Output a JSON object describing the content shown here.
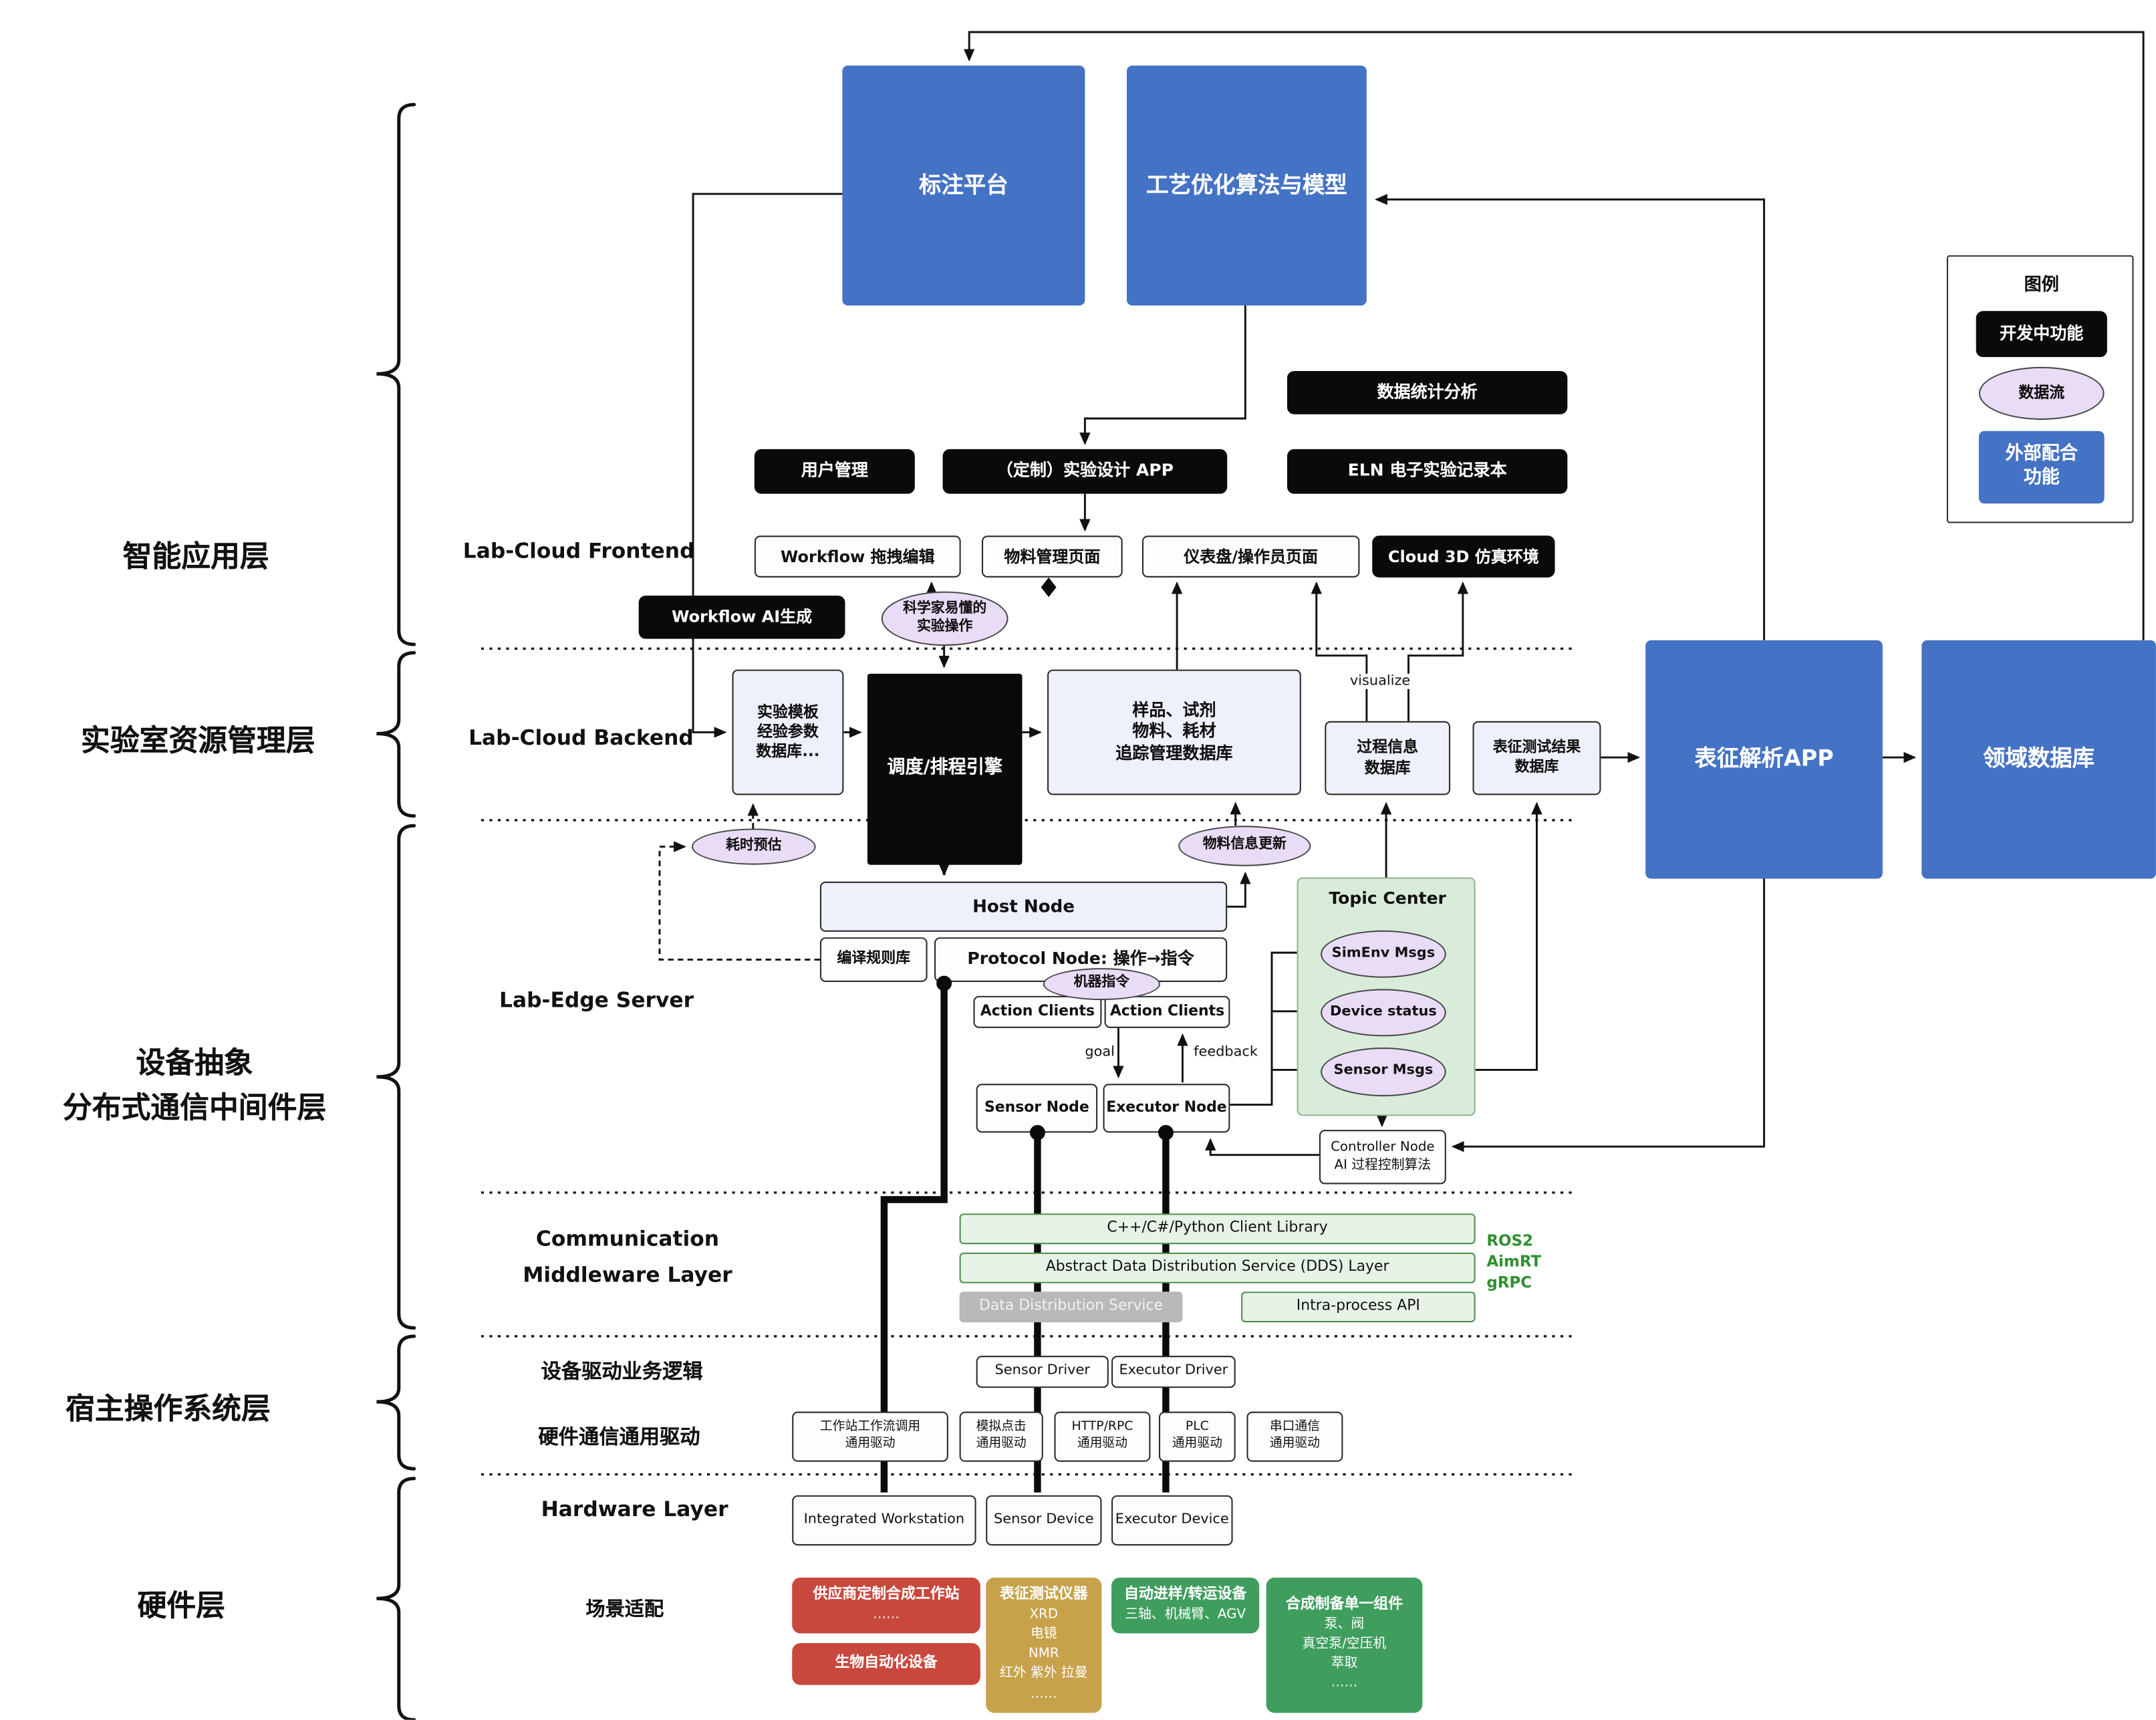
{
  "legend": {
    "title": "图例",
    "developing": "开发中功能",
    "dataflow": "数据流",
    "external": "外部配合\n功能"
  },
  "layers": {
    "app": "智能应用层",
    "resource": "实验室资源管理层",
    "middleware": "设备抽象\n分布式通信中间件层",
    "hostos": "宿主操作系统层",
    "hardware": "硬件层"
  },
  "sections": {
    "frontend": "Lab-Cloud Frontend",
    "backend": "Lab-Cloud Backend",
    "edge": "Lab-Edge Server",
    "comm": "Communication\nMiddleware Layer",
    "driver_logic": "设备驱动业务逻辑",
    "hw_driver": "硬件通信通用驱动",
    "hw_layer": "Hardware Layer",
    "scene": "场景适配"
  },
  "labels": {
    "visualize": "visualize",
    "goal": "goal",
    "feedback": "feedback",
    "protocols": "ROS2\nAimRT\ngRPC"
  },
  "nodes": {
    "annotation": "标注平台",
    "optimization": "工艺优化算法与模型",
    "stats": "数据统计分析",
    "user_mgmt": "用户管理",
    "exp_design": "（定制）实验设计 APP",
    "eln": "ELN 电子实验记录本",
    "wf_edit": "Workflow 拖拽编辑",
    "material_page": "物料管理页面",
    "dashboard": "仪表盘/操作员页面",
    "cloud3d": "Cloud 3D 仿真环境",
    "wf_ai": "Workflow AI生成",
    "sci_ops": "科学家易懂的\n实验操作",
    "template_db": "实验模板\n经验参数\n数据库...",
    "scheduler": "调度/排程引擎",
    "sample_db": "样品、试剂\n物料、耗材\n追踪管理数据库",
    "process_db": "过程信息\n数据库",
    "char_db": "表征测试结果\n数据库",
    "char_app": "表征解析APP",
    "domain_db": "领域数据库",
    "time_est": "耗时预估",
    "material_update": "物料信息更新",
    "host_node": "Host Node",
    "rule_lib": "编译规则库",
    "protocol_node": "Protocol Node: 操作→指令",
    "machine_cmd": "机器指令",
    "action_clients": "Action Clients",
    "sensor_node": "Sensor Node",
    "executor_node": "Executor Node",
    "topic_center": "Topic Center",
    "simenv": "SimEnv Msgs",
    "device_status": "Device status",
    "sensor_msgs": "Sensor Msgs",
    "controller": "Controller Node\nAI 过程控制算法",
    "client_lib": "C++/C#/Python Client Library",
    "dds_layer": "Abstract Data Distribution Service (DDS) Layer",
    "dds": "Data Distribution Service",
    "intra_api": "Intra-process API",
    "sensor_driver": "Sensor Driver",
    "executor_driver": "Executor Driver",
    "ws_driver": "工作站工作流调用\n通用驱动",
    "click_driver": "模拟点击\n通用驱动",
    "http_driver": "HTTP/RPC\n通用驱动",
    "plc_driver": "PLC\n通用驱动",
    "serial_driver": "串口通信\n通用驱动",
    "integrated_ws": "Integrated Workstation",
    "sensor_device": "Sensor Device",
    "executor_device": "Executor Device",
    "vendor_ws": {
      "title": "供应商定制合成工作站",
      "body": "……"
    },
    "bio_auto": "生物自动化设备",
    "char_inst": {
      "title": "表征测试仪器",
      "body": "XRD\n电镜\nNMR\n红外 紫外 拉曼\n……"
    },
    "transfer": {
      "title": "自动进样/转运设备",
      "body": "三轴、机械臂、AGV"
    },
    "synth_comp": {
      "title": "合成制备单一组件",
      "body": "泵、阀\n真空泵/空压机\n萃取\n……"
    }
  },
  "colors": {
    "external_blue": "#4472c4",
    "developing_black": "#0a0a0a",
    "dataflow_purple": "#e9dcf7",
    "topic_green": "#d9ecd9",
    "middleware_green": "#e7f3e7",
    "dds_gray": "#b9b9b9",
    "protocol_text_green": "#2f8f2f",
    "vendor_red": "#c9483d",
    "instrument_tan": "#c8a24a",
    "equipment_green": "#3f9e5e"
  }
}
